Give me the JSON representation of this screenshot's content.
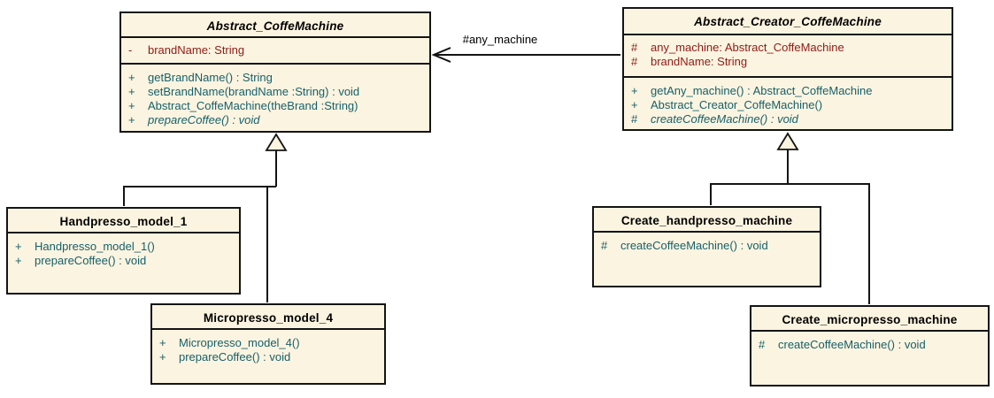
{
  "diagram": {
    "type": "uml-class-diagram",
    "colors": {
      "class_fill": "#FBF4E0",
      "border": "#141414",
      "attribute_text": "#8E1B17",
      "method_text": "#17606B",
      "title_text": "#000000"
    },
    "association": {
      "label": "#any_machine"
    },
    "classes": [
      {
        "name": "Abstract_CoffeMachine",
        "abstract": true,
        "attributes": [
          {
            "vis": "-",
            "text": "brandName: String"
          }
        ],
        "methods": [
          {
            "vis": "+",
            "text": "getBrandName() : String",
            "italic": false
          },
          {
            "vis": "+",
            "text": "setBrandName(brandName :String) : void",
            "italic": false
          },
          {
            "vis": "+",
            "text": "Abstract_CoffeMachine(theBrand :String)",
            "italic": false
          },
          {
            "vis": "+",
            "text": "prepareCoffee() : void",
            "italic": true
          }
        ]
      },
      {
        "name": "Abstract_Creator_CoffeMachine",
        "abstract": true,
        "attributes": [
          {
            "vis": "#",
            "text": "any_machine: Abstract_CoffeMachine"
          },
          {
            "vis": "#",
            "text": "brandName: String"
          }
        ],
        "methods": [
          {
            "vis": "+",
            "text": "getAny_machine() : Abstract_CoffeMachine",
            "italic": false
          },
          {
            "vis": "+",
            "text": "Abstract_Creator_CoffeMachine()",
            "italic": false
          },
          {
            "vis": "#",
            "text": "createCoffeeMachine() : void",
            "italic": true
          }
        ]
      },
      {
        "name": "Handpresso_model_1",
        "abstract": false,
        "attributes": [],
        "methods": [
          {
            "vis": "+",
            "text": "Handpresso_model_1()",
            "italic": false
          },
          {
            "vis": "+",
            "text": "prepareCoffee() : void",
            "italic": false
          }
        ]
      },
      {
        "name": "Micropresso_model_4",
        "abstract": false,
        "attributes": [],
        "methods": [
          {
            "vis": "+",
            "text": "Micropresso_model_4()",
            "italic": false
          },
          {
            "vis": "+",
            "text": "prepareCoffee() : void",
            "italic": false
          }
        ]
      },
      {
        "name": "Create_handpresso_machine",
        "abstract": false,
        "attributes": [],
        "methods": [
          {
            "vis": "#",
            "text": "createCoffeeMachine() : void",
            "italic": false
          }
        ]
      },
      {
        "name": "Create_micropresso_machine",
        "abstract": false,
        "attributes": [],
        "methods": [
          {
            "vis": "#",
            "text": "createCoffeeMachine() : void",
            "italic": false
          }
        ]
      }
    ],
    "relationships": [
      {
        "type": "association",
        "from": "Abstract_Creator_CoffeMachine",
        "to": "Abstract_CoffeMachine",
        "label": "#any_machine"
      },
      {
        "type": "generalization",
        "from": "Handpresso_model_1",
        "to": "Abstract_CoffeMachine"
      },
      {
        "type": "generalization",
        "from": "Micropresso_model_4",
        "to": "Abstract_CoffeMachine"
      },
      {
        "type": "generalization",
        "from": "Create_handpresso_machine",
        "to": "Abstract_Creator_CoffeMachine"
      },
      {
        "type": "generalization",
        "from": "Create_micropresso_machine",
        "to": "Abstract_Creator_CoffeMachine"
      }
    ]
  }
}
